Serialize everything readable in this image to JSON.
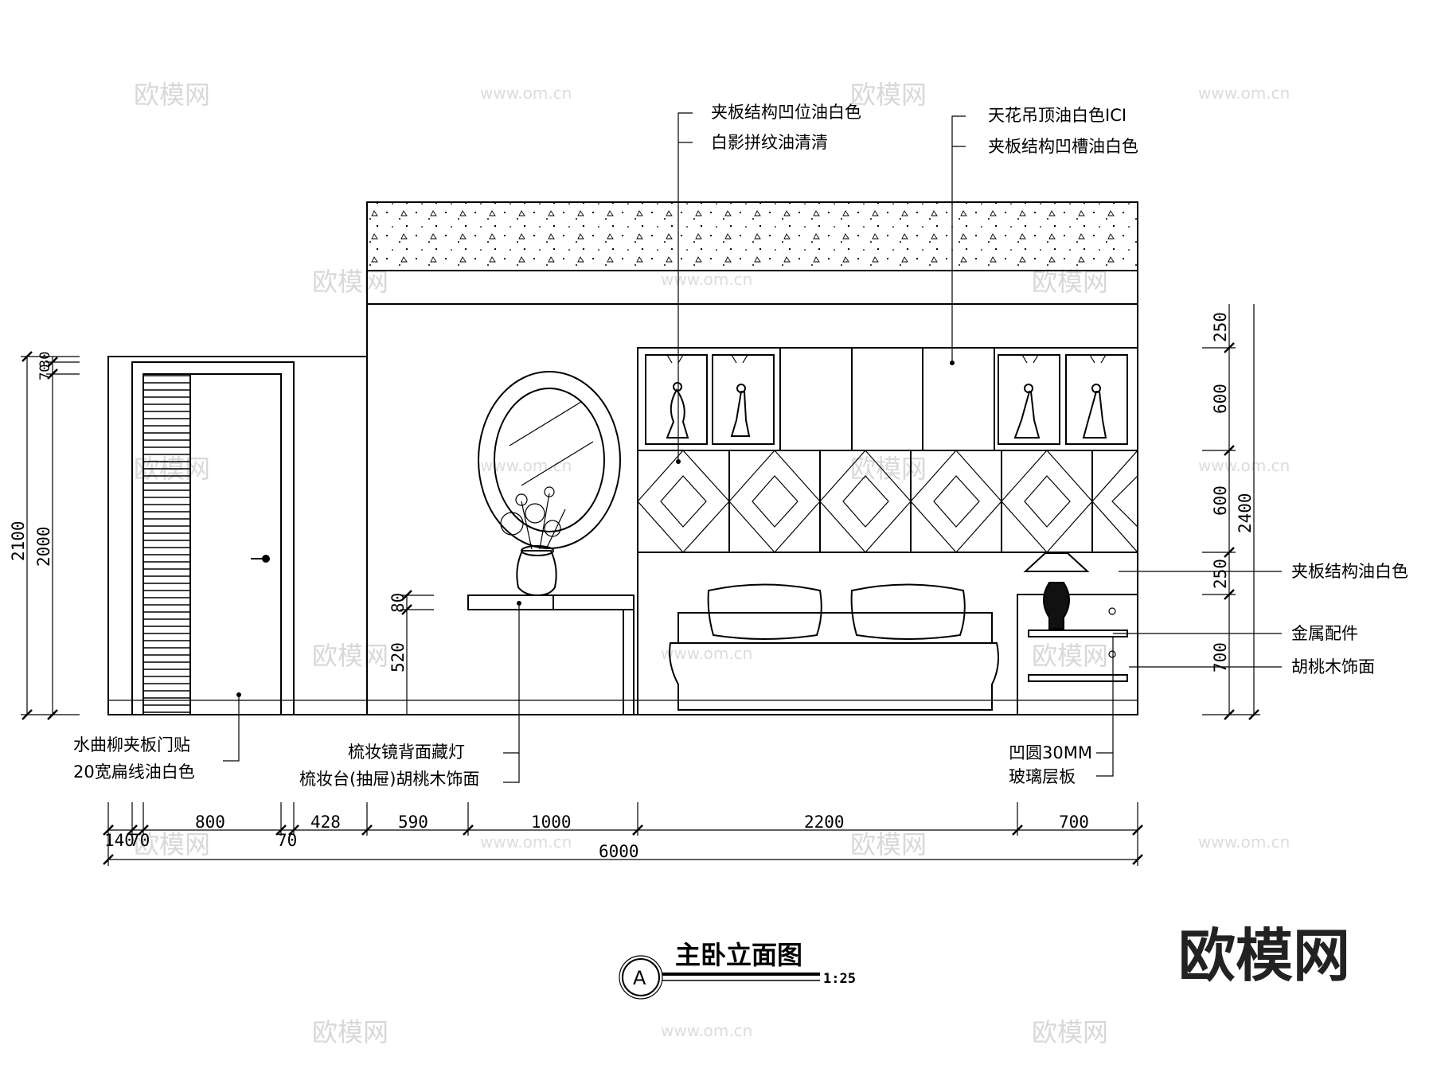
{
  "title": "主卧立面图",
  "scale": "1:25",
  "section_mark": "A",
  "brand": "欧模网",
  "watermark": {
    "cn": "欧模网",
    "url": "www.om.cn"
  },
  "callouts_top": [
    "夹板结构凹位油白色",
    "白影拼纹油清清",
    "天花吊顶油白色ICI",
    "夹板结构凹槽油白色"
  ],
  "callouts_right": [
    "夹板结构油白色",
    "金属配件",
    "胡桃木饰面"
  ],
  "callouts_bottom": [
    "水曲柳夹板门贴",
    "20宽扁线油白色",
    "梳妆镜背面藏灯",
    "梳妆台(抽屉)胡桃木饰面",
    "凹圆30MM",
    "玻璃层板"
  ],
  "dims_bottom": [
    "140",
    "70",
    "800",
    "70",
    "428",
    "590",
    "1000",
    "2200",
    "700"
  ],
  "dims_total": "6000",
  "dims_left": [
    "2100",
    "2000",
    "30",
    "70"
  ],
  "dims_vanity": [
    "80",
    "520"
  ],
  "dims_right": [
    "250",
    "600",
    "600",
    "250",
    "700"
  ],
  "dims_right_total": "2400"
}
